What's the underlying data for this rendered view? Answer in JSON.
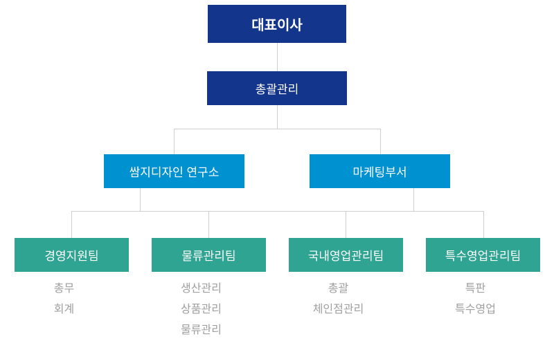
{
  "chart": {
    "type": "org-chart",
    "root": {
      "label": "대표이사"
    },
    "level2": {
      "label": "총괄관리"
    },
    "departments": [
      {
        "label": "쌈지디자인 연구소"
      },
      {
        "label": "마케팅부서"
      }
    ],
    "teams": [
      {
        "label": "경영지원팀",
        "items": [
          "총무",
          "회계"
        ]
      },
      {
        "label": "물류관리팀",
        "items": [
          "생산관리",
          "상품관리",
          "물류관리"
        ]
      },
      {
        "label": "국내영업관리팀",
        "items": [
          "총괄",
          "체인점관리"
        ]
      },
      {
        "label": "특수영업관리팀",
        "items": [
          "특판",
          "특수영업"
        ]
      }
    ],
    "colors": {
      "navy": "#14358c",
      "blue": "#0091d1",
      "teal": "#2fa492",
      "line": "#cfcfcf",
      "subitem_text": "#9f9f9f"
    }
  }
}
